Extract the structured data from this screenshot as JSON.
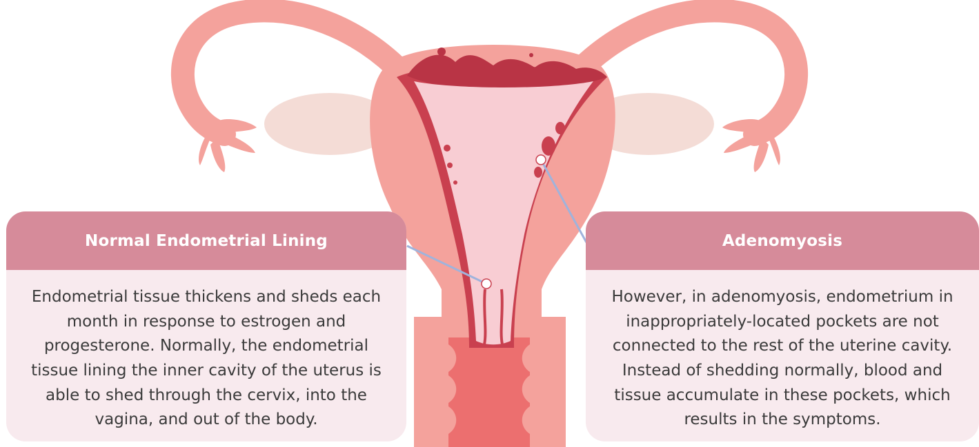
{
  "cards": {
    "normal": {
      "title": "Normal Endometrial Lining",
      "body": "Endometrial tissue thickens and sheds each month in response to estrogen and progesterone. Normally, the endometrial tissue lining the inner cavity of the uterus is able to shed through the cervix, into the vagina, and out of the body."
    },
    "adenomyosis": {
      "title": "Adenomyosis",
      "body": "However, in adenomyosis, endometrium in inappropriately-located pockets are not connected to the rest of the uterine cavity. Instead of shedding normally, blood and tissue accumulate in these pockets, which results in the symptoms."
    }
  },
  "colors": {
    "uterus_outer": "#f4a29c",
    "uterus_inner_wall": "#c9404f",
    "cavity": "#f8cdd3",
    "ovary": "#f4dcd6",
    "card_header": "#d68b9a",
    "card_body": "#f8eaee",
    "callout_line": "#9fb3dc"
  }
}
